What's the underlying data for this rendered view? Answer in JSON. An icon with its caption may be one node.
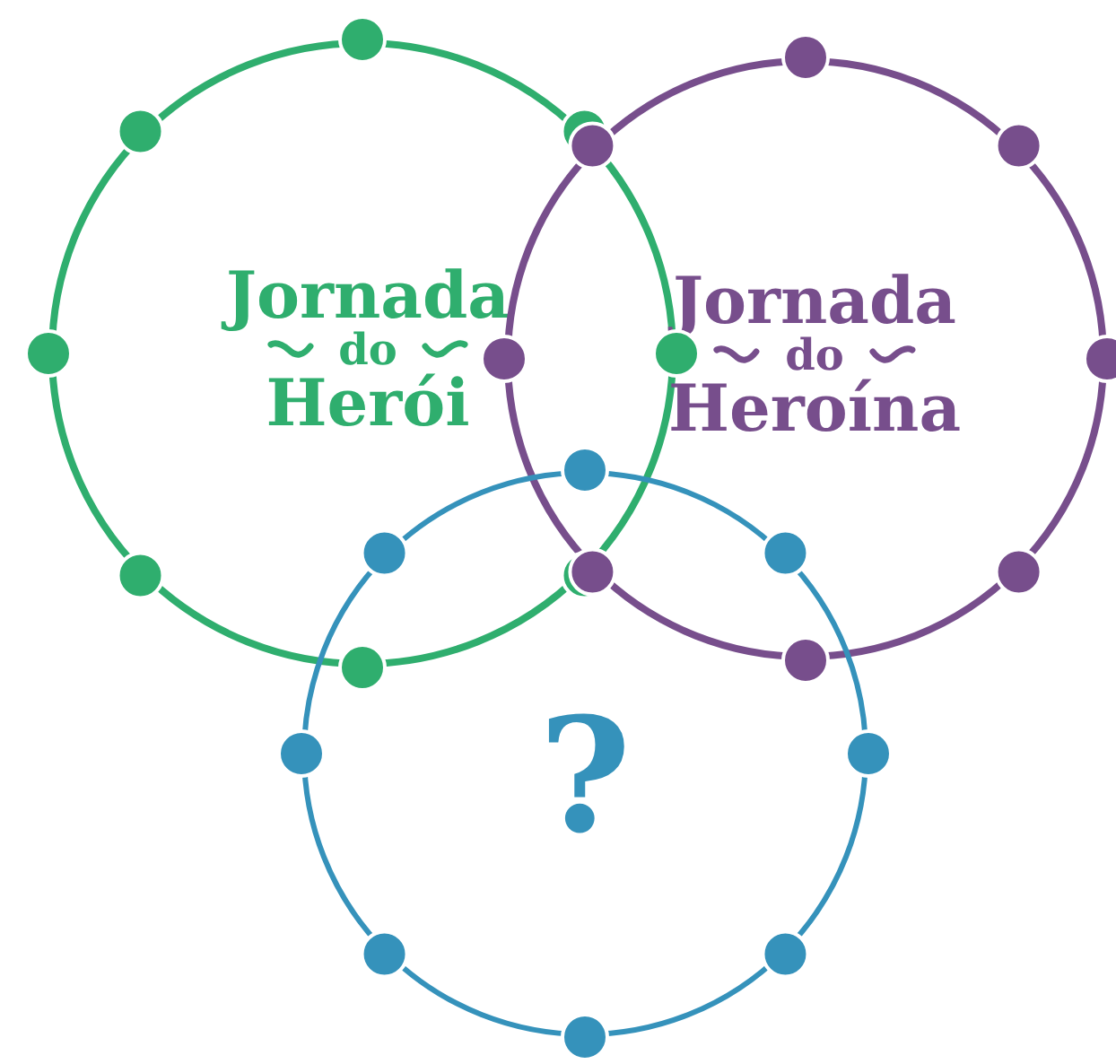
{
  "diagram": {
    "nodes": [
      {
        "text": [
          "Jornada",
          "do",
          "Herói"
        ]
      },
      {
        "text": [
          "Jornada",
          "do",
          "Heroína"
        ]
      },
      {
        "text": [
          "?"
        ]
      }
    ]
  }
}
